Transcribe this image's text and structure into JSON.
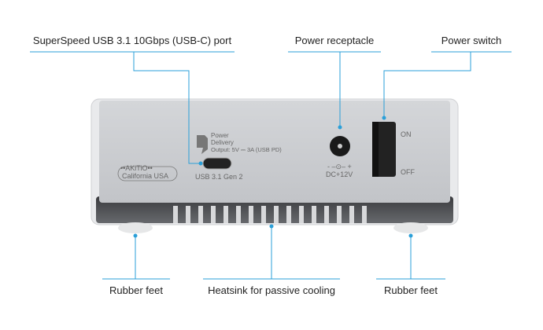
{
  "labels": {
    "usb_port": "SuperSpeed USB 3.1 10Gbps (USB-C) port",
    "power_receptacle": "Power receptacle",
    "power_switch": "Power switch",
    "rubber_feet_left": "Rubber feet",
    "heatsink": "Heatsink for passive cooling",
    "rubber_feet_right": "Rubber feet"
  },
  "device": {
    "brand": "••AKiTiO••",
    "brand_sub": "California USA",
    "pd_title_1": "Power",
    "pd_title_2": "Delivery",
    "pd_output": "Output: 5V ⎓ 3A (USB PD)",
    "usb_label": "USB 3.1 Gen 2",
    "dc_label": "DC+12V",
    "dc_symbol": "- –⊙– +",
    "switch_on": "ON",
    "switch_off": "OFF"
  },
  "colors": {
    "accent": "#2a9fd8"
  }
}
